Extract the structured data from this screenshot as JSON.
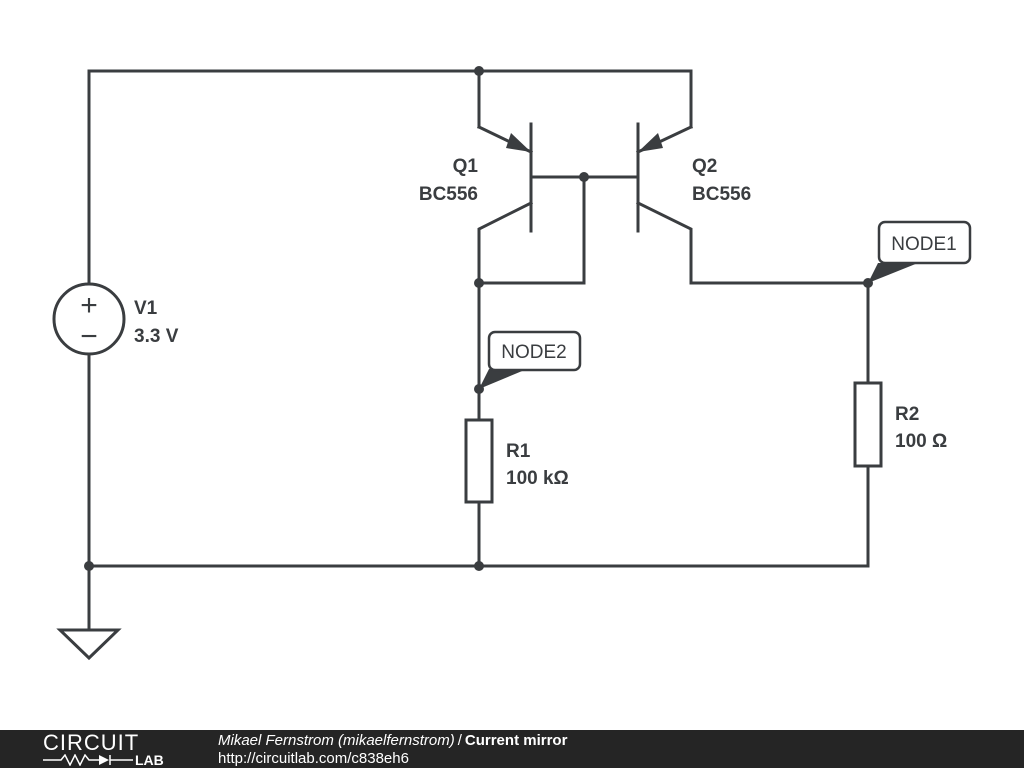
{
  "schematic": {
    "source": {
      "name": "V1",
      "value": "3.3 V",
      "plus": "+",
      "minus": "−"
    },
    "transistor_left": {
      "name": "Q1",
      "model": "BC556"
    },
    "transistor_right": {
      "name": "Q2",
      "model": "BC556"
    },
    "resistor_left": {
      "name": "R1",
      "value": "100 kΩ"
    },
    "resistor_right": {
      "name": "R2",
      "value": "100 Ω"
    },
    "node_tags": {
      "node1": "NODE1",
      "node2": "NODE2"
    }
  },
  "footer": {
    "logo_top": "CIRCUIT",
    "logo_bottom": "LAB",
    "author": "Mikael Fernstrom (mikaelfernstrom)",
    "separator": "/",
    "title": "Current mirror",
    "url": "http://circuitlab.com/c838eh6"
  }
}
